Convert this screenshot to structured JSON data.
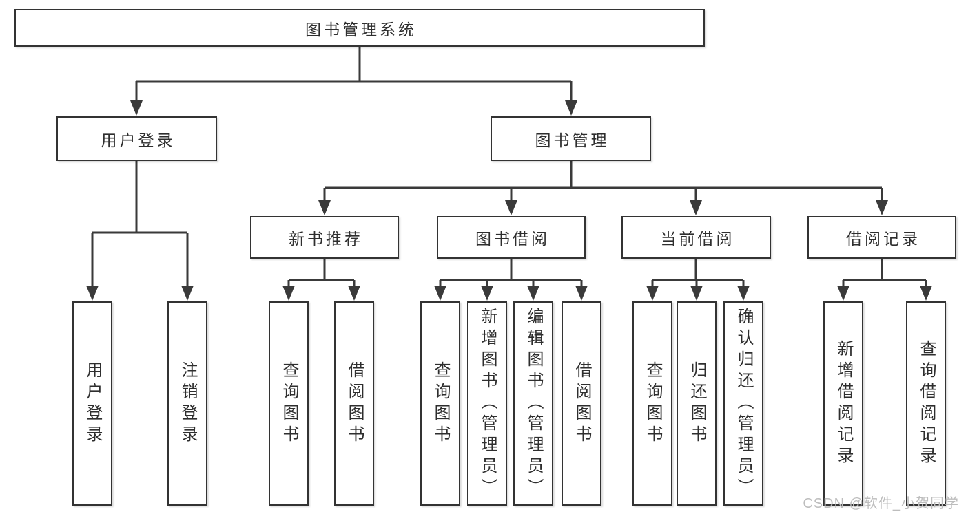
{
  "colors": {
    "ink": "#333333",
    "connector_line": "#3a3a3a",
    "watermark_gray": "#bdbdbd",
    "background": "#ffffff"
  },
  "watermark": {
    "text": "CSDN @软件_小贺同学"
  },
  "tree": {
    "root": {
      "label": "图书管理系统"
    },
    "user": {
      "label": "用户登录",
      "children": [
        {
          "label": "用户登录"
        },
        {
          "label": "注销登录"
        }
      ]
    },
    "book": {
      "label": "图书管理",
      "sections": [
        {
          "label": "新书推荐",
          "children": [
            {
              "label": "查询图书"
            },
            {
              "label": "借阅图书"
            }
          ]
        },
        {
          "label": "图书借阅",
          "children": [
            {
              "label": "查询图书"
            },
            {
              "label": "新增图书（管理员）"
            },
            {
              "label": "编辑图书（管理员）"
            },
            {
              "label": "借阅图书"
            }
          ]
        },
        {
          "label": "当前借阅",
          "children": [
            {
              "label": "查询图书"
            },
            {
              "label": "归还图书"
            },
            {
              "label": "确认归还（管理员）"
            }
          ]
        },
        {
          "label": "借阅记录",
          "children": [
            {
              "label": "新增借阅记录"
            },
            {
              "label": "查询借阅记录"
            }
          ]
        }
      ]
    }
  }
}
